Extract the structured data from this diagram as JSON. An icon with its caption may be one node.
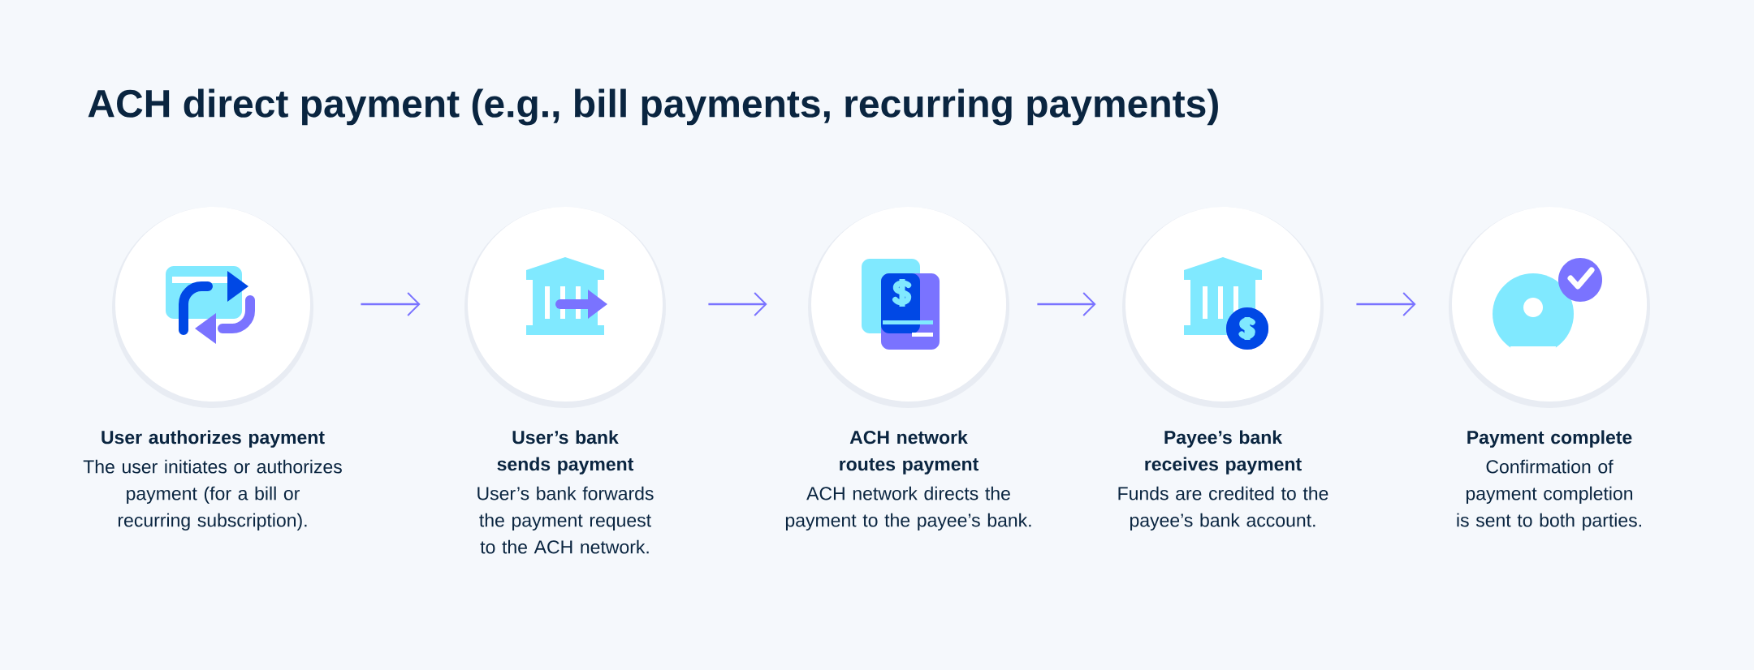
{
  "diagram": {
    "title": "ACH direct payment (e.g., bill payments, recurring payments)",
    "nodes": [
      {
        "text": [
          "User authorizes payment",
          "The user initiates or authorizes payment (for a bill or recurring subscription)."
        ]
      },
      {
        "text": [
          "User’s bank sends payment",
          "User’s bank forwards the payment request to the ACH network."
        ]
      },
      {
        "text": [
          "ACH network routes payment",
          "ACH network directs the payment to the payee’s bank."
        ]
      },
      {
        "text": [
          "Payee’s bank receives payment",
          "Funds are credited to the payee’s bank account."
        ]
      },
      {
        "text": [
          "Payment complete",
          "Confirmation of payment completion is sent to both parties."
        ]
      }
    ],
    "edges": [
      {
        "from": 0,
        "to": 1,
        "arrow": "to"
      },
      {
        "from": 1,
        "to": 2,
        "arrow": "to"
      },
      {
        "from": 2,
        "to": 3,
        "arrow": "to"
      },
      {
        "from": 3,
        "to": 4,
        "arrow": "to"
      }
    ]
  }
}
